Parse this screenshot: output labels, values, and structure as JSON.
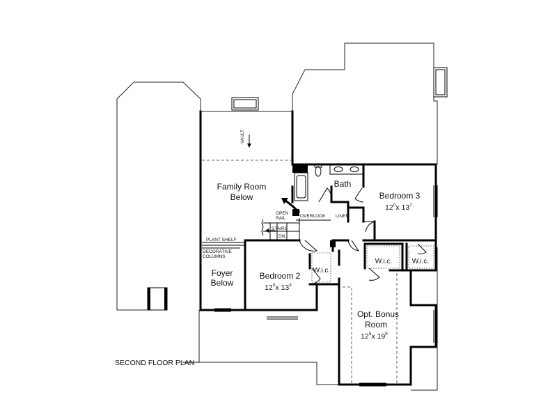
{
  "plan_title": "SECOND FLOOR PLAN",
  "labels": {
    "vault": "VAULT",
    "family_room": [
      "Family Room",
      "Below"
    ],
    "bath": "Bath",
    "bedroom3": {
      "name": "Bedroom 3",
      "w": "12",
      "w_sup": "0",
      "x": "x 13",
      "h_sup": "7"
    },
    "bedroom2": {
      "name": "Bedroom 2",
      "w": "12",
      "w_sup": "0",
      "x": "x 13",
      "h_sup": "3"
    },
    "foyer": [
      "Foyer",
      "Below"
    ],
    "bonus": {
      "line1": "Opt. Bonus",
      "line2": "Room",
      "w": "12",
      "w_sup": "5",
      "x": "x 19",
      "h_sup": "9"
    },
    "open_rail": [
      "OPEN",
      "RAIL"
    ],
    "overlook": "OVERLOOK",
    "linen": "LINEN",
    "stairs": "STAIRS",
    "dn": "DN.",
    "plant_shelf": "PLANT SHELF",
    "decorative_columns": [
      "DECORATIVE",
      "COLUMNS"
    ],
    "wic": "W.i.c."
  }
}
